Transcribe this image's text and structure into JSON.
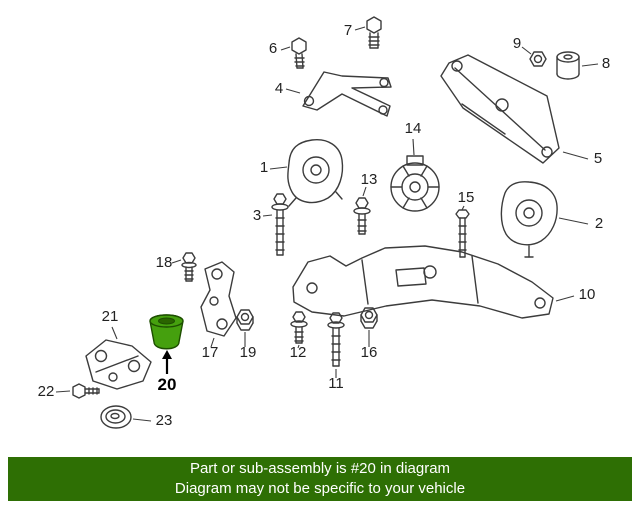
{
  "diagram": {
    "highlighted_part": "20",
    "highlight_color": "#45a00e",
    "line_color": "#3c3c3c",
    "callouts": [
      "1",
      "2",
      "3",
      "4",
      "5",
      "6",
      "7",
      "8",
      "9",
      "10",
      "11",
      "12",
      "13",
      "14",
      "15",
      "16",
      "17",
      "18",
      "19",
      "20",
      "21",
      "22",
      "23"
    ]
  },
  "banner": {
    "line1": "Part or sub-assembly is #20 in diagram",
    "line2": "Diagram may not be specific to your vehicle",
    "bg_color": "#2e6f04",
    "text_color": "#ffffff"
  }
}
